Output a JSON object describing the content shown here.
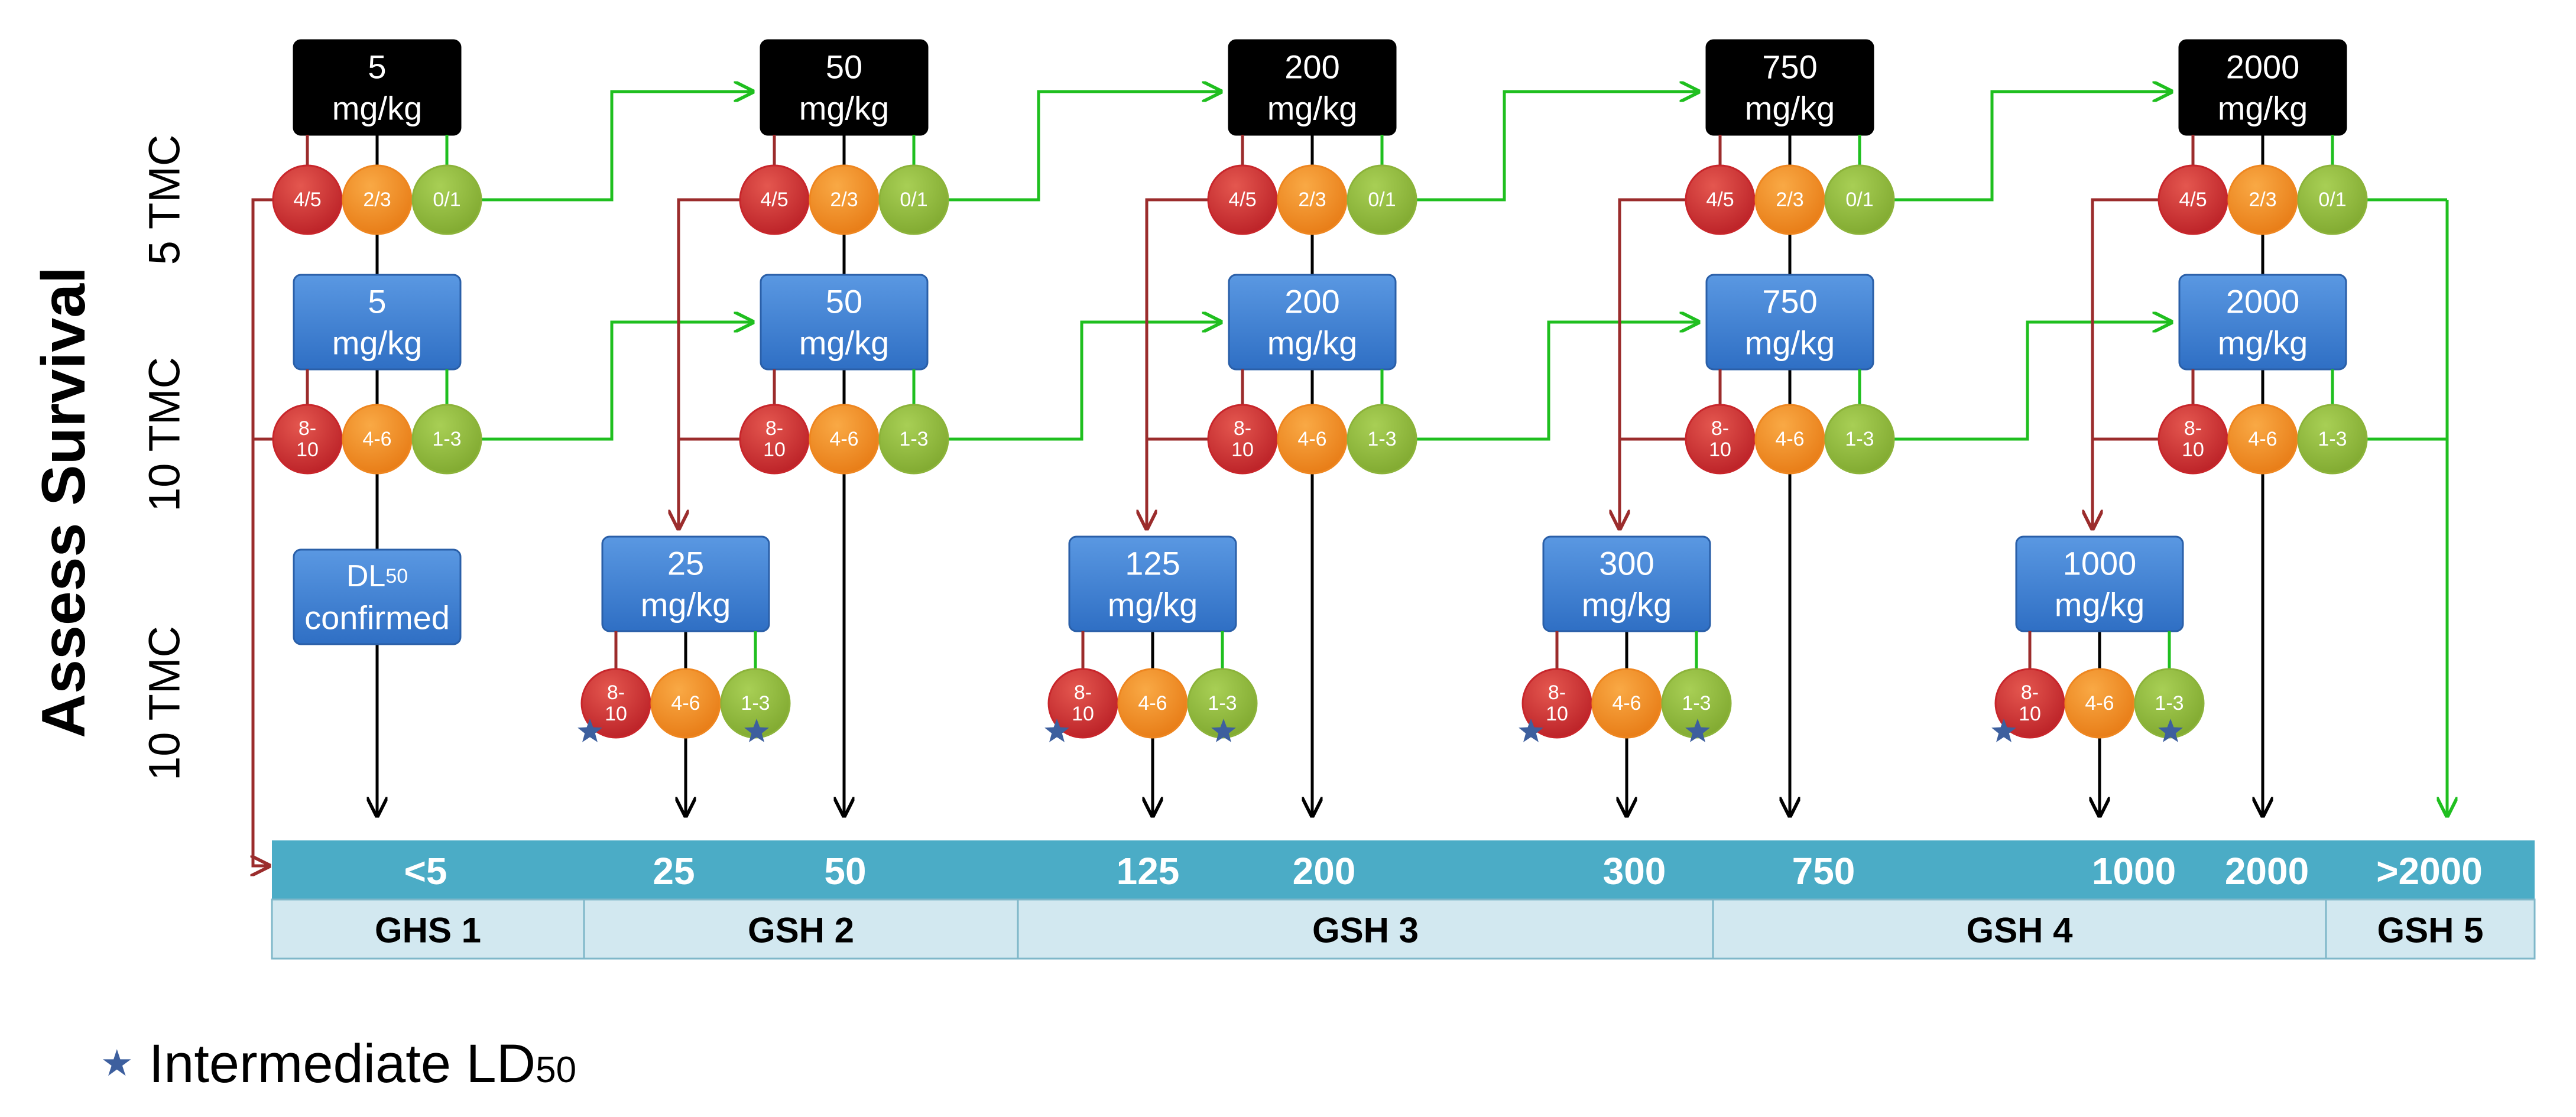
{
  "side_labels": {
    "main": "Assess Survival",
    "row1": "5 TMC",
    "row2": "10 TMC",
    "row3": "10 TMC"
  },
  "columns": [
    {
      "top_dose": [
        "5",
        "mg/kg"
      ],
      "top_outcomes": [
        "4/5",
        "2/3",
        "0/1"
      ],
      "mid_dose": [
        "5",
        "mg/kg"
      ],
      "mid_outcomes": [
        [
          "8-",
          "10"
        ],
        [
          "4-6"
        ],
        [
          "1-3"
        ]
      ],
      "low_box": [
        "DL50",
        "confirmed"
      ]
    },
    {
      "top_dose": [
        "50",
        "mg/kg"
      ],
      "top_outcomes": [
        "4/5",
        "2/3",
        "0/1"
      ],
      "mid_dose": [
        "50",
        "mg/kg"
      ],
      "mid_outcomes": [
        [
          "8-",
          "10"
        ],
        [
          "4-6"
        ],
        [
          "1-3"
        ]
      ],
      "low_dose": [
        "25",
        "mg/kg"
      ],
      "low_outcomes": [
        [
          "8-",
          "10"
        ],
        [
          "4-6"
        ],
        [
          "1-3"
        ]
      ]
    },
    {
      "top_dose": [
        "200",
        "mg/kg"
      ],
      "top_outcomes": [
        "4/5",
        "2/3",
        "0/1"
      ],
      "mid_dose": [
        "200",
        "mg/kg"
      ],
      "mid_outcomes": [
        [
          "8-",
          "10"
        ],
        [
          "4-6"
        ],
        [
          "1-3"
        ]
      ],
      "low_dose": [
        "125",
        "mg/kg"
      ],
      "low_outcomes": [
        [
          "8-",
          "10"
        ],
        [
          "4-6"
        ],
        [
          "1-3"
        ]
      ]
    },
    {
      "top_dose": [
        "750",
        "mg/kg"
      ],
      "top_outcomes": [
        "4/5",
        "2/3",
        "0/1"
      ],
      "mid_dose": [
        "750",
        "mg/kg"
      ],
      "mid_outcomes": [
        [
          "8-",
          "10"
        ],
        [
          "4-6"
        ],
        [
          "1-3"
        ]
      ],
      "low_dose": [
        "300",
        "mg/kg"
      ],
      "low_outcomes": [
        [
          "8-",
          "10"
        ],
        [
          "4-6"
        ],
        [
          "1-3"
        ]
      ]
    },
    {
      "top_dose": [
        "2000",
        "mg/kg"
      ],
      "top_outcomes": [
        "4/5",
        "2/3",
        "0/1"
      ],
      "mid_dose": [
        "2000",
        "mg/kg"
      ],
      "mid_outcomes": [
        [
          "8-",
          "10"
        ],
        [
          "4-6"
        ],
        [
          "1-3"
        ]
      ],
      "low_dose": [
        "1000",
        "mg/kg"
      ],
      "low_outcomes": [
        [
          "8-",
          "10"
        ],
        [
          "4-6"
        ],
        [
          "1-3"
        ]
      ]
    }
  ],
  "scale": {
    "values": [
      "<5",
      "25",
      "50",
      "125",
      "200",
      "300",
      "750",
      "1000",
      "2000",
      ">2000"
    ],
    "categories": [
      "GHS 1",
      "GSH 2",
      "GSH 3",
      "GSH 4",
      "GSH 5"
    ]
  },
  "legend": {
    "symbol": "★",
    "text": "Intermediate LD",
    "subscript": "50"
  },
  "colors": {
    "black_box": "#000000",
    "blue_box": "#3d7fd1",
    "red_circle": "#c8262b",
    "orange_circle": "#ee8620",
    "green_circle": "#8cb33a",
    "green_arrow": "#1fbf1f",
    "red_arrow": "#9b2c2c",
    "scale_bar": "#4bacc6",
    "category_bar": "#d2e8f0",
    "star": "#3d5f9e"
  }
}
